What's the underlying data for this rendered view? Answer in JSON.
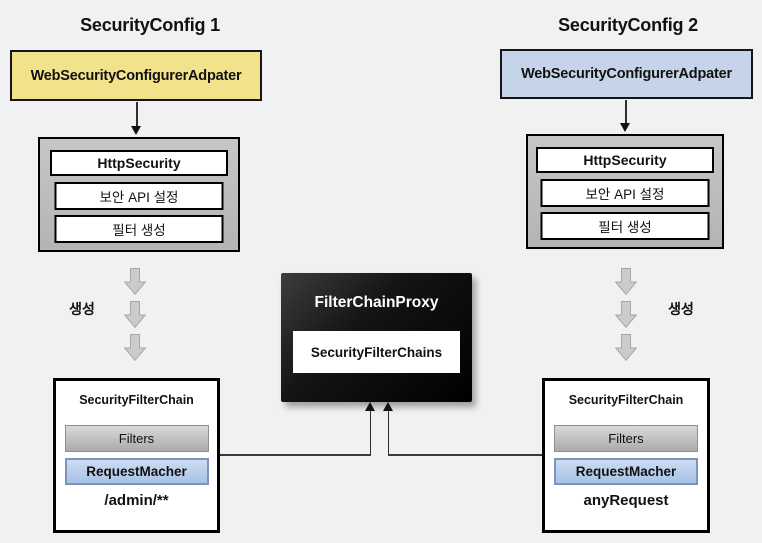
{
  "colors": {
    "background": "#f1f1f1",
    "adapter1_fill": "#f2e28b",
    "adapter2_fill": "#c6d4ea",
    "container_fill": "#bfbfbf",
    "filters_fill": "#c2c2c2",
    "matcher_fill": "#aec6ea",
    "proxy_fill": "#000000",
    "block_arrow_fill": "#cbcbcb"
  },
  "config1": {
    "title": "SecurityConfig 1",
    "adapter_label": "WebSecurityConfigurerAdpater",
    "http_box": {
      "title": "HttpSecurity",
      "row1": "보안 API 설정",
      "row2": "필터 생성"
    },
    "create_label": "생성",
    "chain": {
      "title": "SecurityFilterChain",
      "filters_label": "Filters",
      "matcher_label": "RequestMacher",
      "pattern": "/admin/**"
    }
  },
  "config2": {
    "title": "SecurityConfig 2",
    "adapter_label": "WebSecurityConfigurerAdpater",
    "http_box": {
      "title": "HttpSecurity",
      "row1": "보안 API 설정",
      "row2": "필터 생성"
    },
    "create_label": "생성",
    "chain": {
      "title": "SecurityFilterChain",
      "filters_label": "Filters",
      "matcher_label": "RequestMacher",
      "pattern": "anyRequest"
    }
  },
  "proxy": {
    "title": "FilterChainProxy",
    "chains_label": "SecurityFilterChains"
  }
}
